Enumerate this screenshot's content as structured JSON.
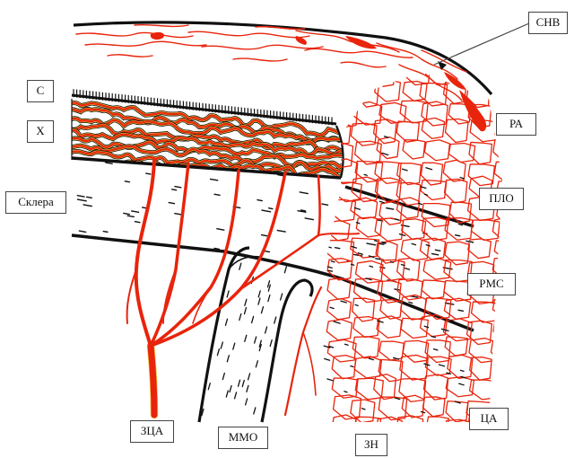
{
  "colors": {
    "vessel": "#e8240c",
    "vessel_dark": "#c41a08",
    "outline": "#111111",
    "label_border": "#444444",
    "yellow_rim": "#f2c23a"
  },
  "labels": {
    "snv": "СНВ",
    "s": "С",
    "kh": "Х",
    "ra": "РА",
    "sklera": "Склера",
    "plo": "ПЛО",
    "rms": "РМС",
    "zca": "ЗЦА",
    "mmo": "ММО",
    "ca": "ЦА",
    "zn": "ЗН"
  }
}
